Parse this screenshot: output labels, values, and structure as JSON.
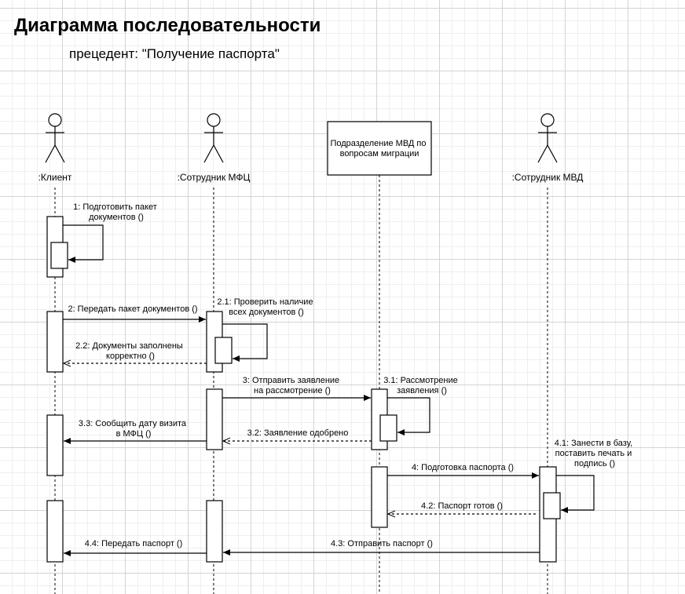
{
  "title": "Диаграмма последовательности",
  "subtitle": "прецедент: \"Получение паспорта\"",
  "participants": {
    "client": ":Клиент",
    "mfc": ":Сотрудник МФЦ",
    "mvd_unit": [
      "Подразделение МВД по",
      "вопросам миграции"
    ],
    "mvd": ":Сотрудник МВД"
  },
  "messages": {
    "m1": [
      "1: Подготовить пакет",
      "документов ()"
    ],
    "m2": "2: Передать пакет документов ()",
    "m2_1": [
      "2.1: Проверить наличие",
      "всех документов ()"
    ],
    "m2_2": [
      "2.2: Документы заполнены",
      "корректно ()"
    ],
    "m3": [
      "3: Отправить заявление",
      "на рассмотрение ()"
    ],
    "m3_1": [
      "3.1: Рассмотрение",
      "заявления ()"
    ],
    "m3_2": "3.2: Заявление одобрено",
    "m3_3": [
      "3.3: Сообщить дату визита",
      "в МФЦ ()"
    ],
    "m4": "4: Подготовка паспорта ()",
    "m4_1": [
      "4.1: Занести в базу,",
      "поставить печать и",
      "подпись ()"
    ],
    "m4_2": "4.2: Паспорт готов ()",
    "m4_3": "4.3: Отправить паспорт ()",
    "m4_4": "4.4: Передать паспорт ()"
  }
}
